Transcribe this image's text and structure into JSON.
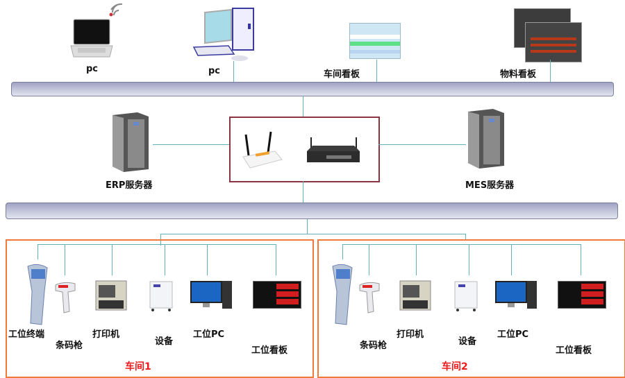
{
  "top_devices": [
    {
      "label": "pc",
      "icon": "laptop-wifi-icon"
    },
    {
      "label": "pc",
      "icon": "desktop-pc-icon"
    },
    {
      "label": "车间看板",
      "icon": "workshop-board-icon"
    },
    {
      "label": "物料看板",
      "icon": "material-board-icon"
    }
  ],
  "servers": {
    "erp": {
      "label": "ERP服务器",
      "icon": "server-tower-icon"
    },
    "mes": {
      "label": "MES服务器",
      "icon": "server-tower-icon"
    }
  },
  "hub": {
    "devices": [
      "wireless-router-icon",
      "network-router-icon"
    ]
  },
  "workshops": [
    {
      "title": "车间1",
      "devices": [
        {
          "label": "工位终端",
          "icon": "kiosk-terminal-icon"
        },
        {
          "label": "条码枪",
          "icon": "barcode-scanner-icon"
        },
        {
          "label": "打印机",
          "icon": "label-printer-icon"
        },
        {
          "label": "设备",
          "icon": "equipment-cabinet-icon"
        },
        {
          "label": "工位PC",
          "icon": "workstation-pc-icon"
        },
        {
          "label": "工位看板",
          "icon": "station-display-board-icon"
        }
      ]
    },
    {
      "title": "车间2",
      "devices": [
        {
          "label": "",
          "icon": "kiosk-terminal-icon"
        },
        {
          "label": "条码枪",
          "icon": "barcode-scanner-icon"
        },
        {
          "label": "打印机",
          "icon": "label-printer-icon"
        },
        {
          "label": "设备",
          "icon": "equipment-cabinet-icon"
        },
        {
          "label": "工位PC",
          "icon": "workstation-pc-icon"
        },
        {
          "label": "工位看板",
          "icon": "station-display-board-icon"
        }
      ]
    }
  ],
  "colors": {
    "bus": "#b4b7d0",
    "line": "#5fb3b8",
    "workshop_border": "#f07a3a",
    "hub_border": "#8c3342",
    "workshop_title": "#f01818"
  }
}
